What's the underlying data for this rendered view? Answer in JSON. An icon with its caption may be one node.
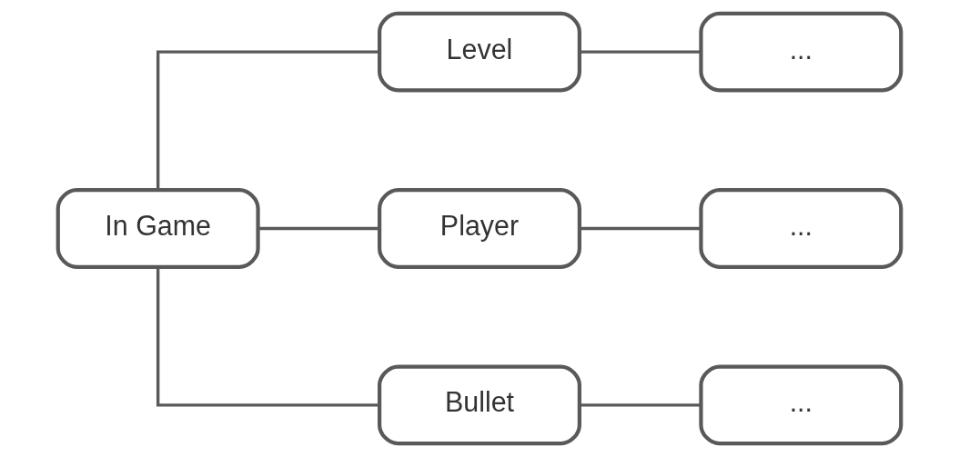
{
  "diagram": {
    "nodes": [
      {
        "text": [
          "In Game"
        ]
      },
      {
        "text": [
          "Level"
        ]
      },
      {
        "text": [
          "Player"
        ]
      },
      {
        "text": [
          "Bullet"
        ]
      },
      {
        "text": [
          "..."
        ]
      },
      {
        "text": [
          "..."
        ]
      },
      {
        "text": [
          "..."
        ]
      }
    ],
    "edges": [
      {
        "from": 0,
        "to": 1,
        "arrow": "none"
      },
      {
        "from": 0,
        "to": 2,
        "arrow": "none"
      },
      {
        "from": 0,
        "to": 3,
        "arrow": "none"
      },
      {
        "from": 1,
        "to": 4,
        "arrow": "none"
      },
      {
        "from": 2,
        "to": 5,
        "arrow": "none"
      },
      {
        "from": 3,
        "to": 6,
        "arrow": "none"
      }
    ]
  }
}
